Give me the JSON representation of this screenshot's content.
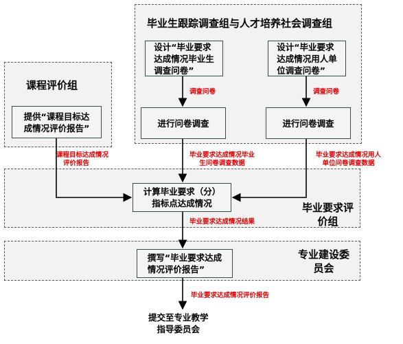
{
  "groups": {
    "survey": {
      "title": "毕业生跟踪调查组与人才培养社会调查组"
    },
    "course": {
      "title": "课程评价组"
    },
    "req": {
      "title_line1": "毕业要求评",
      "title_line2": "价组"
    },
    "major": {
      "title_line1": "专业建设委",
      "title_line2": "员会"
    }
  },
  "boxes": {
    "design_grad": {
      "line1": "设计“毕业要求",
      "line2": "达成情况毕业生",
      "line3": "调查问卷”"
    },
    "design_emp": {
      "line1": "设计“毕业要求",
      "line2": "达成情况用人单",
      "line3": "位调查问卷”"
    },
    "survey_left": {
      "label": "进行问卷调查"
    },
    "survey_right": {
      "label": "进行问卷调查"
    },
    "course_report": {
      "line1": "提供“课程目标达",
      "line2": "成情况评价报告”"
    },
    "calc": {
      "line1": "计算毕业要求（分）",
      "line2": "指标点达成情况"
    },
    "write": {
      "line1": "撰写“毕业要求达成",
      "line2": "情况评价报告”"
    }
  },
  "labels": {
    "questionnaire_left": "调查问卷",
    "questionnaire_right": "调查问卷",
    "course_data_1": "课程目标达成情况",
    "course_data_2": "评价报告",
    "grad_data_1": "毕业要求达成情况毕业",
    "grad_data_2": "生问卷调查数据",
    "emp_data_1": "毕业要求达成情况用人",
    "emp_data_2": "单位问卷调查数据",
    "result": "毕业要求达成情况结果",
    "report": "毕业要求达成情况评价报告"
  },
  "final": {
    "line1": "提交至专业教学",
    "line2": "指导委员会"
  }
}
